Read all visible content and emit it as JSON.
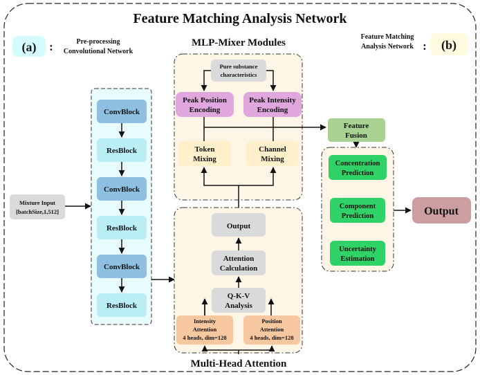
{
  "title": "Feature Matching Analysis Network",
  "panel_a": {
    "tag": "(a)",
    "colon": ":",
    "caption_line1": "Pre-processing",
    "caption_line2": "Convolutional Network"
  },
  "panel_b": {
    "tag": "(b)",
    "colon": ":",
    "caption_line1": "Feature Matching",
    "caption_line2": "Analysis Network"
  },
  "mixture_input": {
    "line1": "Mixture Input",
    "line2": "[batchSize,1,512]"
  },
  "conv_column": [
    "ConvBlock",
    "ResBlock",
    "ConvBlock",
    "ResBlock",
    "ConvBlock",
    "ResBlock"
  ],
  "mlp_mixer": {
    "title": "MLP-Mixer Modules",
    "pure": {
      "line1": "Pure substance",
      "line2": "characteristics"
    },
    "peak_position": {
      "line1": "Peak Position",
      "line2": "Encoding"
    },
    "peak_intensity": {
      "line1": "Peak Intensity",
      "line2": "Encoding"
    },
    "token_mixing": {
      "line1": "Token",
      "line2": "Mixing"
    },
    "channel_mixing": {
      "line1": "Channel",
      "line2": "Mixing"
    }
  },
  "attention": {
    "title": "Multi-Head Attention",
    "output": "Output",
    "calc": {
      "line1": "Attention",
      "line2": "Calculation"
    },
    "qkv": {
      "line1": "Q-K-V",
      "line2": "Analysis"
    },
    "intensity": {
      "line1": "Intensity",
      "line2": "Attention",
      "line3": "4 heads, dim=128"
    },
    "position": {
      "line1": "Position",
      "line2": "Attention",
      "line3": "4 heads, dim=128"
    }
  },
  "feature_fusion": {
    "line1": "Feature",
    "line2": "Fusion"
  },
  "predictions": {
    "concentration": {
      "line1": "Concentration",
      "line2": "Prediction"
    },
    "component": {
      "line1": "Component",
      "line2": "Prediction"
    },
    "uncertainty": {
      "line1": "Uncertainty",
      "line2": "Estimation"
    }
  },
  "final_output": "Output",
  "colors": {
    "conv": "#8fbfe0",
    "res": "#b9eef5",
    "col_bg": "#e8fbfd",
    "pink": "#dfa7de",
    "cream": "#fff0cc",
    "module_bg": "#fdf6e6",
    "gray": "#dadada",
    "orange": "#f7c7a0",
    "feature_green": "#a8d192",
    "pred_green": "#2fd266",
    "output_red": "#cc9ea0"
  }
}
